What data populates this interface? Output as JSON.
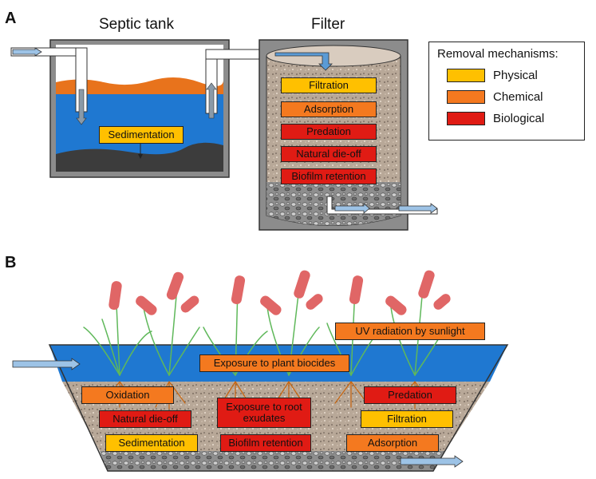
{
  "panel_a": {
    "letter": "A",
    "septic_tank_title": "Septic tank",
    "filter_title": "Filter",
    "septic_labels": [
      {
        "text": "Sedimentation",
        "mechanism": "physical"
      }
    ],
    "filter_labels": [
      {
        "text": "Filtration",
        "mechanism": "physical"
      },
      {
        "text": "Adsorption",
        "mechanism": "chemical"
      },
      {
        "text": "Predation",
        "mechanism": "biological"
      },
      {
        "text": "Natural die-off",
        "mechanism": "biological"
      },
      {
        "text": "Biofilm retention",
        "mechanism": "biological"
      }
    ]
  },
  "legend": {
    "title": "Removal mechanisms:",
    "items": [
      {
        "label": "Physical",
        "color": "#ffc000"
      },
      {
        "label": "Chemical",
        "color": "#f4791f"
      },
      {
        "label": "Biological",
        "color": "#e01b14"
      }
    ]
  },
  "panel_b": {
    "letter": "B",
    "labels": [
      {
        "text": "UV radiation by sunlight",
        "mechanism": "chemical"
      },
      {
        "text": "Exposure to plant biocides",
        "mechanism": "chemical"
      },
      {
        "text": "Oxidation",
        "mechanism": "chemical"
      },
      {
        "text": "Natural die-off",
        "mechanism": "biological"
      },
      {
        "text": "Sedimentation",
        "mechanism": "physical"
      },
      {
        "text": "Exposure to root exudates",
        "mechanism": "biological"
      },
      {
        "text": "Biofilm retention",
        "mechanism": "biological"
      },
      {
        "text": "Predation",
        "mechanism": "biological"
      },
      {
        "text": "Filtration",
        "mechanism": "physical"
      },
      {
        "text": "Adsorption",
        "mechanism": "chemical"
      }
    ]
  },
  "colors": {
    "physical": "#ffc000",
    "chemical": "#f4791f",
    "biological": "#e01b14",
    "water": "#1f78d1",
    "scum": "#e8731c",
    "sludge": "#3a3a3a",
    "tank_wall": "#8c8c8c",
    "gravel": "#b9a99a",
    "pipe_arrow": "#5b9bd5"
  }
}
